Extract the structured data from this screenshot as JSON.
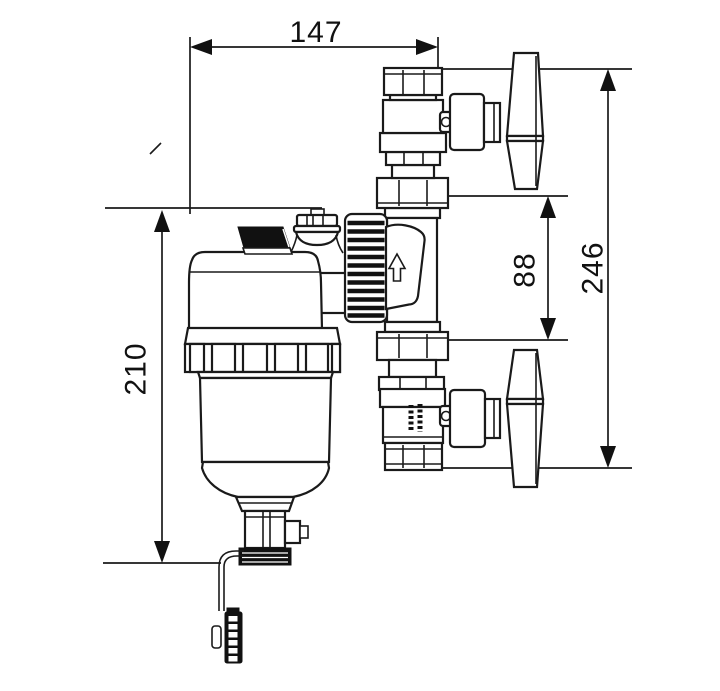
{
  "drawing": {
    "background_color": "#ffffff",
    "line_color": "#1a1a1a",
    "dimensions": {
      "overall_width": {
        "value": "147"
      },
      "filter_height": {
        "value": "210"
      },
      "inline_body_height": {
        "value": "88"
      },
      "valve_assembly_height": {
        "value": "246"
      }
    },
    "icons": {
      "flow_direction_icon": "arrow-up"
    }
  }
}
